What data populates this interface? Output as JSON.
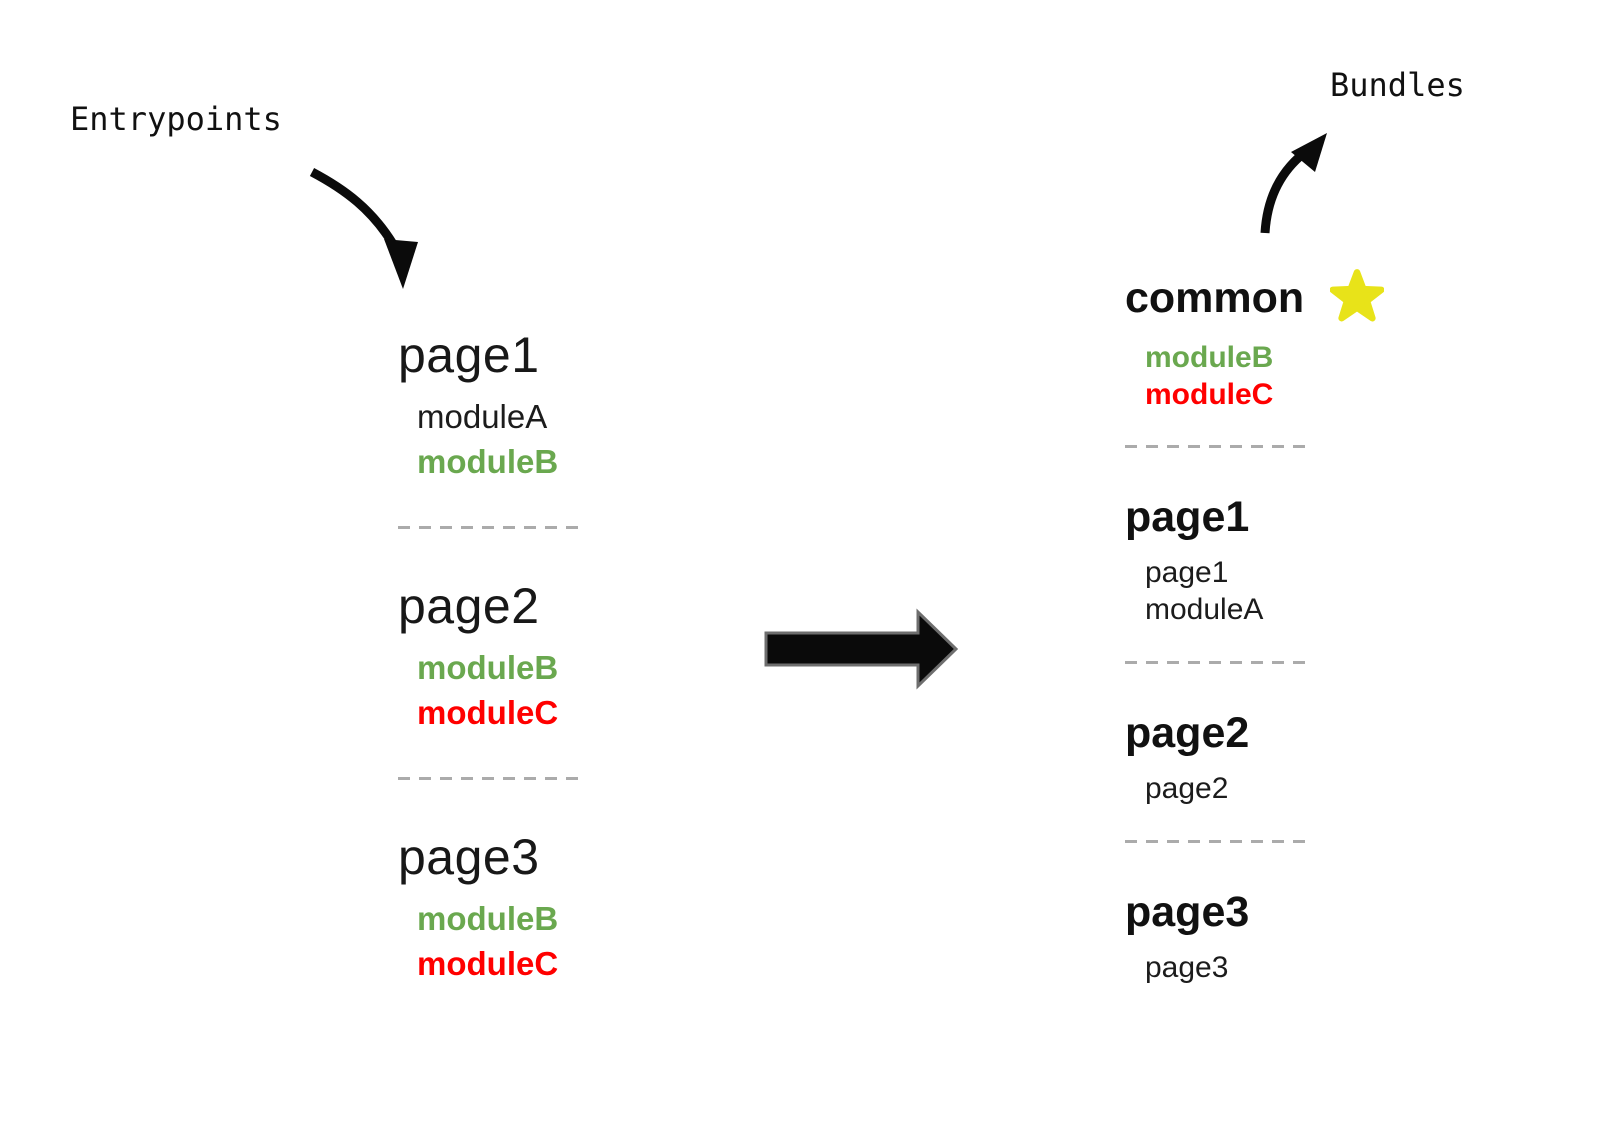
{
  "labels": {
    "entrypoints": "Entrypoints",
    "bundles": "Bundles"
  },
  "colors": {
    "module_green": "#6aa84f",
    "module_red": "#ff0000",
    "star_yellow": "#e8e319",
    "text_black": "#141414",
    "divider_gray": "#ababab",
    "arrow_black": "#0b0b0b"
  },
  "entrypoints": [
    {
      "name": "page1",
      "modules": [
        {
          "label": "moduleA",
          "color": "black"
        },
        {
          "label": "moduleB",
          "color": "green"
        }
      ]
    },
    {
      "name": "page2",
      "modules": [
        {
          "label": "moduleB",
          "color": "green"
        },
        {
          "label": "moduleC",
          "color": "red"
        }
      ]
    },
    {
      "name": "page3",
      "modules": [
        {
          "label": "moduleB",
          "color": "green"
        },
        {
          "label": "moduleC",
          "color": "red"
        }
      ]
    }
  ],
  "bundles": [
    {
      "name": "common",
      "starred": true,
      "modules": [
        {
          "label": "moduleB",
          "color": "green"
        },
        {
          "label": "moduleC",
          "color": "red"
        }
      ]
    },
    {
      "name": "page1",
      "starred": false,
      "modules": [
        {
          "label": "page1",
          "color": "black"
        },
        {
          "label": "moduleA",
          "color": "black"
        }
      ]
    },
    {
      "name": "page2",
      "starred": false,
      "modules": [
        {
          "label": "page2",
          "color": "black"
        }
      ]
    },
    {
      "name": "page3",
      "starred": false,
      "modules": [
        {
          "label": "page3",
          "color": "black"
        }
      ]
    }
  ]
}
